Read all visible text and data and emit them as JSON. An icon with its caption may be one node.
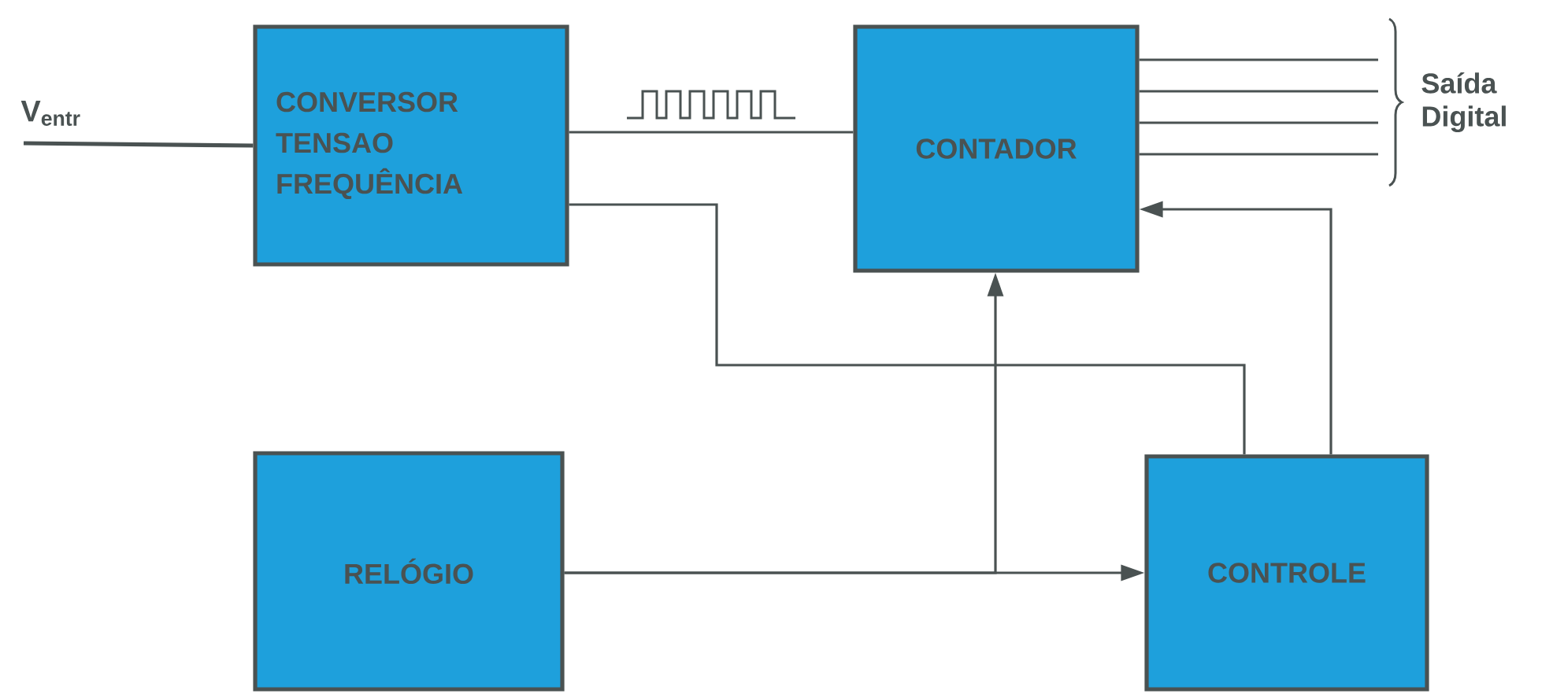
{
  "diagram": {
    "nodes": [
      {
        "text": [
          "CONVERSOR TENSAO FREQUÊNCIA"
        ]
      },
      {
        "text": [
          "CONTADOR"
        ]
      },
      {
        "text": [
          "RELÓGIO"
        ]
      },
      {
        "text": [
          "CONTROLE"
        ]
      }
    ],
    "edges": [
      {
        "from": null,
        "to": 0,
        "arrow": "none",
        "label": "V$_{entr}$"
      },
      {
        "from": 0,
        "to": 1,
        "arrow": "none"
      },
      {
        "from": 1,
        "to": null,
        "arrow": "none"
      },
      {
        "from": 1,
        "to": null,
        "arrow": "none"
      },
      {
        "from": 1,
        "to": null,
        "arrow": "none"
      },
      {
        "from": 1,
        "to": null,
        "arrow": "none"
      },
      {
        "from": 0,
        "to": 3,
        "arrow": "none"
      },
      {
        "from": 2,
        "to": 3,
        "arrow": "to"
      },
      {
        "from": 2,
        "to": 1,
        "arrow": "to"
      },
      {
        "from": 3,
        "to": 1,
        "arrow": "to"
      }
    ],
    "labels": [
      "Saída Digital"
    ]
  }
}
